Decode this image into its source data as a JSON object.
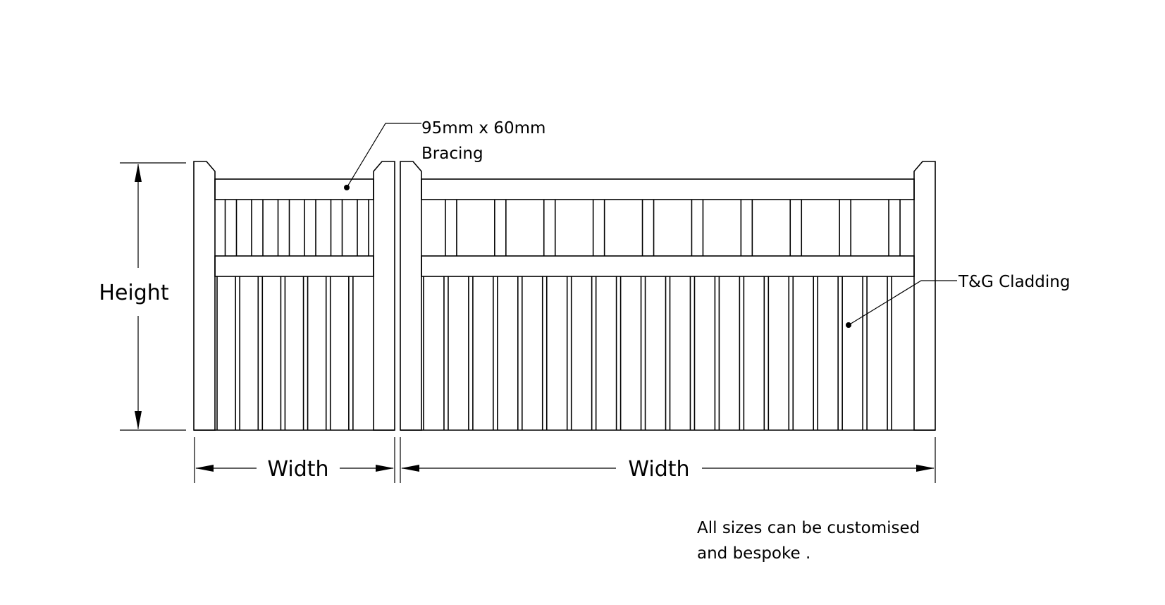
{
  "diagram": {
    "labels": {
      "height": "Height",
      "width_left": "Width",
      "width_right": "Width",
      "bracing_line1": "95mm x 60mm",
      "bracing_line2": "Bracing",
      "cladding": "T&G Cladding",
      "note_line1": "All sizes can be customised",
      "note_line2": "and bespoke ."
    },
    "left_gate": {
      "upper_spindles": 6,
      "lower_boards": 7
    },
    "right_gate": {
      "upper_spindles": 10,
      "lower_boards": 20
    }
  }
}
